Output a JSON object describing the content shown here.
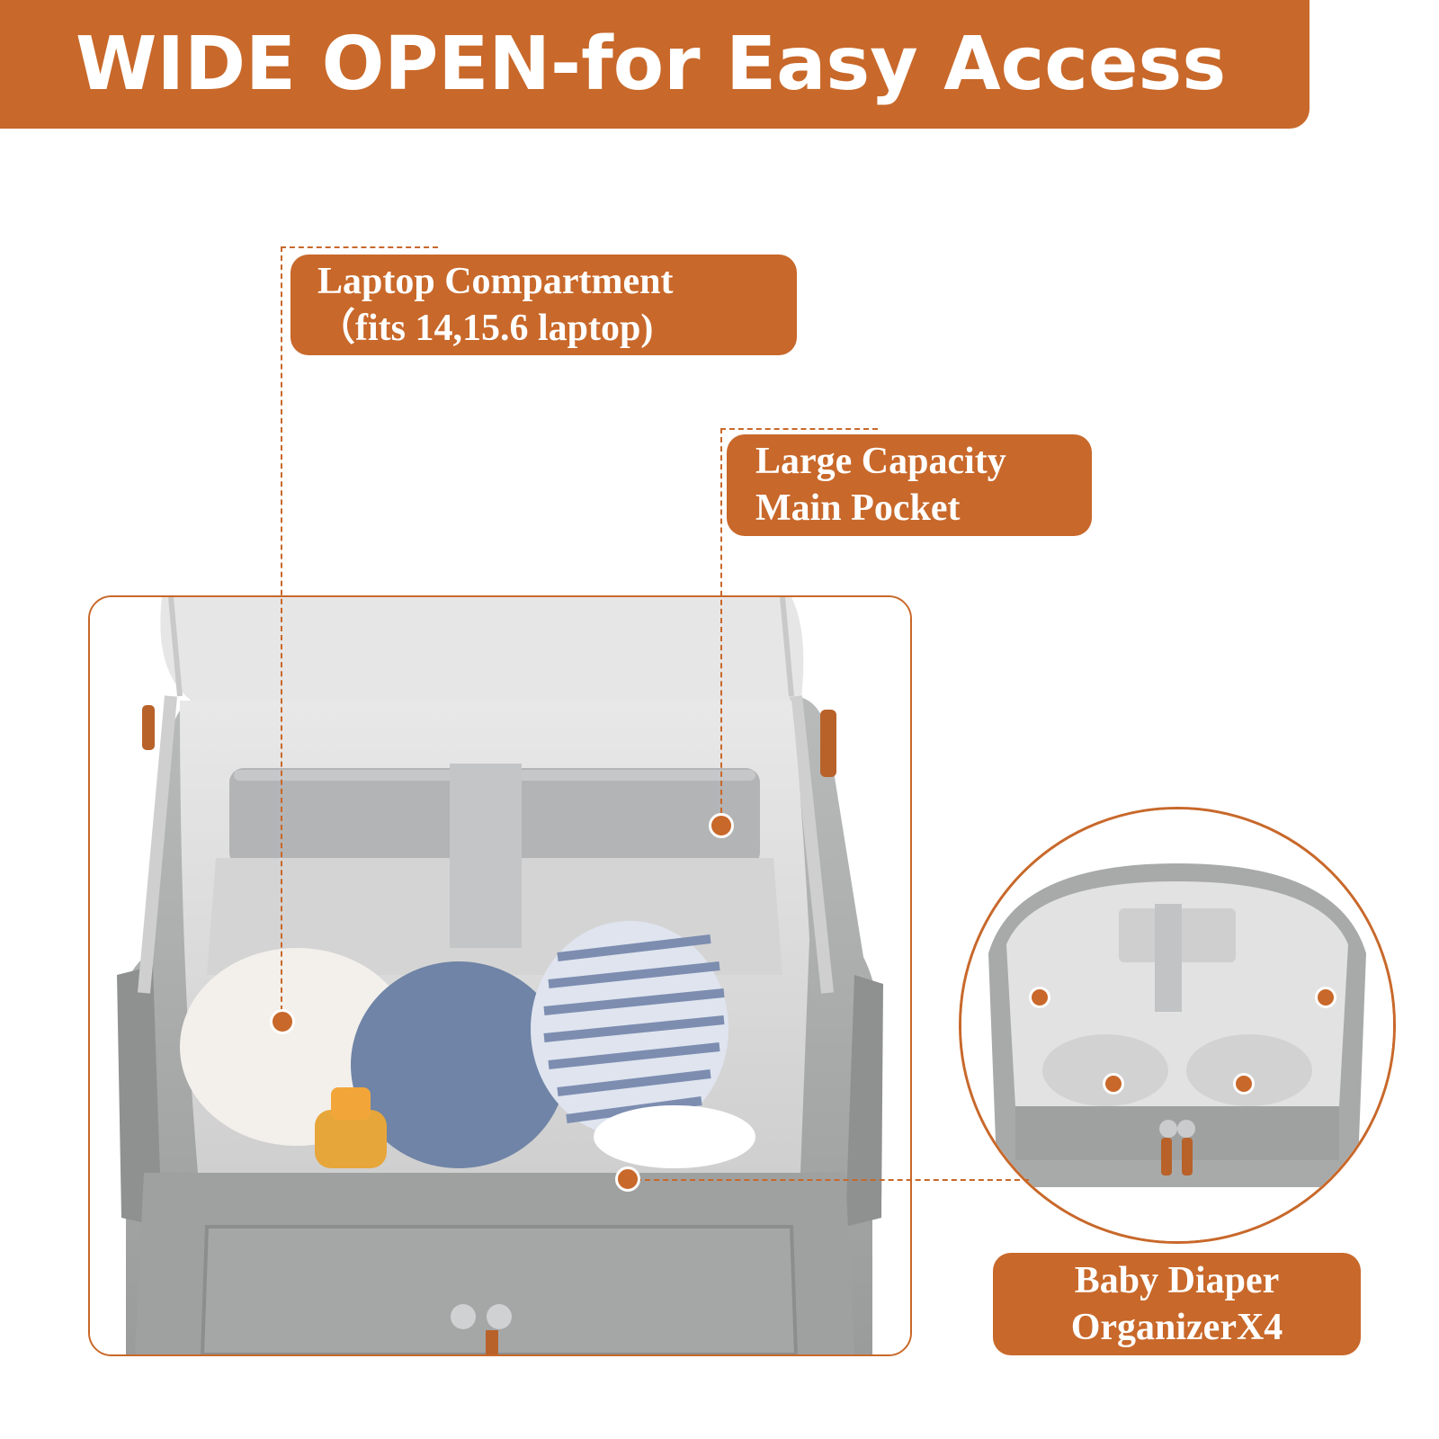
{
  "colors": {
    "accent": "#c8682a",
    "bag_grey": "#a9abab",
    "lining": "#dcdcdc"
  },
  "banner": {
    "title": "WIDE OPEN-for Easy Access"
  },
  "callouts": {
    "laptop": {
      "line1": "Laptop Compartment",
      "line2": "（fits 14,15.6 laptop)"
    },
    "main_pocket": {
      "line1": "Large Capacity",
      "line2": "Main Pocket"
    },
    "organizer": {
      "line1": "Baby Diaper",
      "line2": "OrganizerX4"
    }
  }
}
